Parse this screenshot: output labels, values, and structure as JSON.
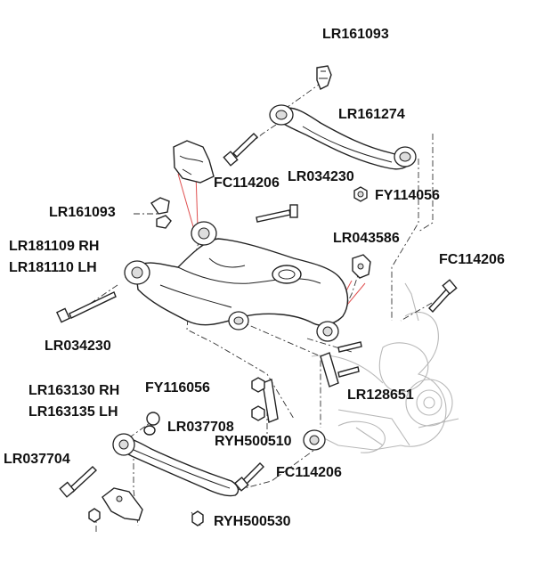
{
  "labels": {
    "lr161093_top": "LR161093",
    "lr161274": "LR161274",
    "fc114206_a": "FC114206",
    "lr034230_a": "LR034230",
    "fy114056": "FY114056",
    "lr161093_left": "LR161093",
    "lr043586": "LR043586",
    "lr181109": "LR181109 RH",
    "lr181110": "LR181110 LH",
    "fc114206_b": "FC114206",
    "lr034230_b": "LR034230",
    "lr163130": "LR163130 RH",
    "fy116056": "FY116056",
    "lr163135": "LR163135 LH",
    "lr037708": "LR037708",
    "lr128651": "LR128651",
    "ryh500510": "RYH500510",
    "lr037704": "LR037704",
    "fc114206_c": "FC114206",
    "ryh500530": "RYH500530"
  },
  "colors": {
    "ink": "#111111",
    "ghost": "#b8b8b8",
    "callout": "#e05050"
  }
}
